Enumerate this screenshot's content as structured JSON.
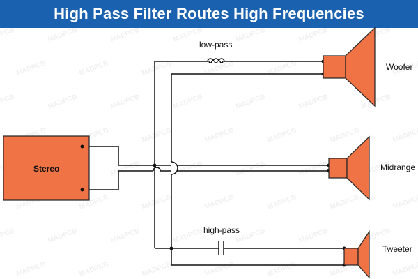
{
  "title": "High Pass Filter Routes High Frequencies",
  "watermark": "MADPCB",
  "colors": {
    "title_bar": "#1a62b0",
    "component_fill": "#f07345",
    "wire": "#111111"
  },
  "source": {
    "label": "Stereo"
  },
  "filters": {
    "low_pass": {
      "label": "low-pass",
      "component": "inductor-coil"
    },
    "high_pass": {
      "label": "high-pass",
      "component": "capacitor"
    }
  },
  "speakers": [
    {
      "label": "Woofer"
    },
    {
      "label": "Midrange"
    },
    {
      "label": "Tweeter"
    }
  ]
}
